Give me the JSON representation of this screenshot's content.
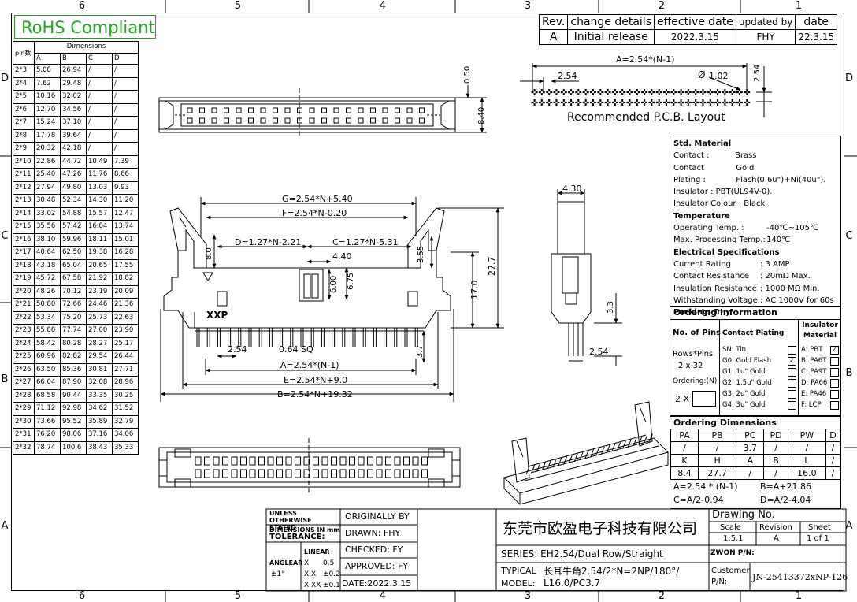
{
  "zones": {
    "top": [
      "6",
      "5",
      "4",
      "3",
      "2",
      "1"
    ],
    "bottom": [
      "6",
      "5",
      "4",
      "3",
      "2",
      "1"
    ],
    "left": [
      "D",
      "C",
      "B",
      "A"
    ],
    "right": [
      "D",
      "C",
      "B",
      "A"
    ]
  },
  "rohs": "RoHS Compliant",
  "dim_table": {
    "corner": "pin数",
    "group": "Dimensions",
    "headers": [
      "A",
      "B",
      "C",
      "D"
    ],
    "rows": [
      [
        "2*3",
        "5.08",
        "26.94",
        "/",
        "/"
      ],
      [
        "2*4",
        "7.62",
        "29.48",
        "/",
        "/"
      ],
      [
        "2*5",
        "10.16",
        "32.02",
        "/",
        "/"
      ],
      [
        "2*6",
        "12.70",
        "34.56",
        "/",
        "/"
      ],
      [
        "2*7",
        "15.24",
        "37.10",
        "/",
        "/"
      ],
      [
        "2*8",
        "17.78",
        "39.64",
        "/",
        "/"
      ],
      [
        "2*9",
        "20.32",
        "42.18",
        "/",
        "/"
      ],
      [
        "2*10",
        "22.86",
        "44.72",
        "10.49",
        "7.39"
      ],
      [
        "2*11",
        "25.40",
        "47.26",
        "11.76",
        "8.66"
      ],
      [
        "2*12",
        "27.94",
        "49.80",
        "13.03",
        "9.93"
      ],
      [
        "2*13",
        "30.48",
        "52.34",
        "14.30",
        "11.20"
      ],
      [
        "2*14",
        "33.02",
        "54.88",
        "15.57",
        "12.47"
      ],
      [
        "2*15",
        "35.56",
        "57.42",
        "16.84",
        "13.74"
      ],
      [
        "2*16",
        "38.10",
        "59.96",
        "18.11",
        "15.01"
      ],
      [
        "2*17",
        "40.64",
        "62.50",
        "19.38",
        "16.28"
      ],
      [
        "2*18",
        "43.18",
        "65.04",
        "20.65",
        "17.55"
      ],
      [
        "2*19",
        "45.72",
        "67.58",
        "21.92",
        "18.82"
      ],
      [
        "2*20",
        "48.26",
        "70.12",
        "23.19",
        "20.09"
      ],
      [
        "2*21",
        "50.80",
        "72.66",
        "24.46",
        "21.36"
      ],
      [
        "2*22",
        "53.34",
        "75.20",
        "25.73",
        "22.63"
      ],
      [
        "2*23",
        "55.88",
        "77.74",
        "27.00",
        "23.90"
      ],
      [
        "2*24",
        "58.42",
        "80.28",
        "28.27",
        "25.17"
      ],
      [
        "2*25",
        "60.96",
        "82.82",
        "29.54",
        "26.44"
      ],
      [
        "2*26",
        "63.50",
        "85.36",
        "30.81",
        "27.71"
      ],
      [
        "2*27",
        "66.04",
        "87.90",
        "32.08",
        "28.96"
      ],
      [
        "2*28",
        "68.58",
        "90.44",
        "33.35",
        "30.25"
      ],
      [
        "2*29",
        "71.12",
        "92.98",
        "34.62",
        "31.52"
      ],
      [
        "2*30",
        "73.66",
        "95.52",
        "35.89",
        "32.79"
      ],
      [
        "2*31",
        "76.20",
        "98.06",
        "37.16",
        "34.06"
      ],
      [
        "2*32",
        "78.74",
        "100.6",
        "38.43",
        "35.33"
      ]
    ]
  },
  "revision": {
    "headers": [
      "Rev.",
      "change details",
      "effective date",
      "updated by",
      "date"
    ],
    "row": [
      "A",
      "Initial release",
      "2022.3.15",
      "FHY",
      "22.3.15"
    ]
  },
  "pcb": {
    "title": "Recommended P.C.B. Layout",
    "a": "A=2.54*(N-1)",
    "pitch": "2.54",
    "hole": "1.02",
    "pitch_v": "2.54"
  },
  "top_view": {
    "h1": "0.50",
    "h2": "8.40"
  },
  "front": {
    "g": "G=2.54*N+5.40",
    "f": "F=2.54*N-0.20",
    "d": "D=1.27*N-2.21",
    "c": "C=1.27*N-5.31",
    "v8": "8.0",
    "v355": "3.55",
    "w440": "4.40",
    "v6": "6.00",
    "v675": "6.75",
    "h17": "17.0",
    "h277": "27.7",
    "mark": "XXP",
    "p254": "2.54",
    "sq": "0.64 SQ",
    "v37": "3.7",
    "a": "A=2.54*(N-1)",
    "e": "E=2.54*N+9.0",
    "b": "B=2.54*N+19.32"
  },
  "side": {
    "w": "4.30",
    "v33": "3.3",
    "p254": "2.54"
  },
  "spec": {
    "std_title": "Std. Material",
    "contact_label": "Contact :",
    "contact": "Brass",
    "plating_label": "Contact Plating :",
    "plating": "Gold Flash(0.6u\")+Ni(40u\").",
    "insulator_label": "Insulator :",
    "insulator": "PBT(UL94V-0).",
    "colour_label": "Insulator Colour :",
    "colour": "Black",
    "temp_title": "Temperature",
    "op_label": "Operating Temp. :",
    "op": "-40℃~105℃",
    "proc_label": "Max. Processing Temp.:",
    "proc": "140℃",
    "elec_title": "Electrical Specifications",
    "cur_label": "Current Rating",
    "cur": ": 3 AMP",
    "cres_label": "Contact Resistance",
    "cres": ": 20mΩ Max.",
    "ires_label": "Insulation Resistance",
    "ires": ": 1000 MΩ Min.",
    "volt_label": "Withstanding Voltage",
    "volt": ": AC 1000V for 60s",
    "pack_label": "Packing:",
    "pack": "Tray"
  },
  "ordering": {
    "title": "Ordering Information",
    "pins_title": "No. of Pins",
    "rows_pins": "Rows*Pins",
    "example": "2 x 32",
    "ord_n": "Ordering:(N)",
    "two_x": "2 X",
    "plating_title": "Contact Plating",
    "platings": [
      "SN: Tin",
      "G0: Gold Flash",
      "G1: 1u\" Gold",
      "G2: 1.5u\" Gold",
      "G3: 2u\" Gold",
      "G4: 3u\" Gold"
    ],
    "material_title": "Insulator Material",
    "materials": [
      "A: PBT",
      "B: PA6T",
      "C: PA9T",
      "D: PA66",
      "E: PA46",
      "F: LCP"
    ]
  },
  "ordering_dims": {
    "title": "Ordering Dimensions",
    "h1": [
      "PA",
      "PB",
      "PC",
      "PD",
      "PW",
      "D"
    ],
    "v1": [
      "/",
      "/",
      "3.7",
      "/",
      "/",
      "/"
    ],
    "h2": [
      "K",
      "H",
      "A",
      "B",
      "L",
      "/"
    ],
    "v2": [
      "8.4",
      "27.7",
      "/",
      "/",
      "16.0",
      "/"
    ],
    "f1": "A=2.54 * (N-1)",
    "f2": "B=A+21.86",
    "f3": "C=A/2-0.94",
    "f4": "D=A/2-4.04"
  },
  "title_block": {
    "unless": "UNLESS OTHERWISE STATED",
    "dims_in": "DIMENSIONS IN mm",
    "tolerance": "TOLERANCE:",
    "linear": "LINEAR",
    "angle": "ANGLEAR",
    "angle_v": "±1°",
    "tx": "X",
    "txv": "0.5",
    "txx": "X.X",
    "txxv": "±0.2",
    "txxx": "X.XX",
    "txxxv": "±0.1",
    "orig": "ORIGINALLY BY",
    "drawn": "DRAWN: FHY",
    "checked": "CHECKED: FY",
    "approved": "APPROVED: FY",
    "date": "DATE:2022.3.15",
    "company": "东莞市欧盈电子科技有限公司",
    "series": "SERIES:  EH2.54/Dual Row/Straight",
    "typical": "TYPICAL",
    "model": "MODEL:",
    "typ_desc1": "长耳牛角2.54/2*N=2NP/180°/",
    "typ_desc2": "L16.0/PC3.7",
    "drawing_no": "Drawing No.",
    "scale": "Scale",
    "scale_v": "1:5.1",
    "revision_h": "Revision",
    "rev_v": "A",
    "sheet": "Sheet",
    "sheet_v": "1 of 1",
    "zwon": "ZWON P/N:",
    "customer": "Customer P/N:",
    "pn": "JN-25413372xNP-126"
  }
}
